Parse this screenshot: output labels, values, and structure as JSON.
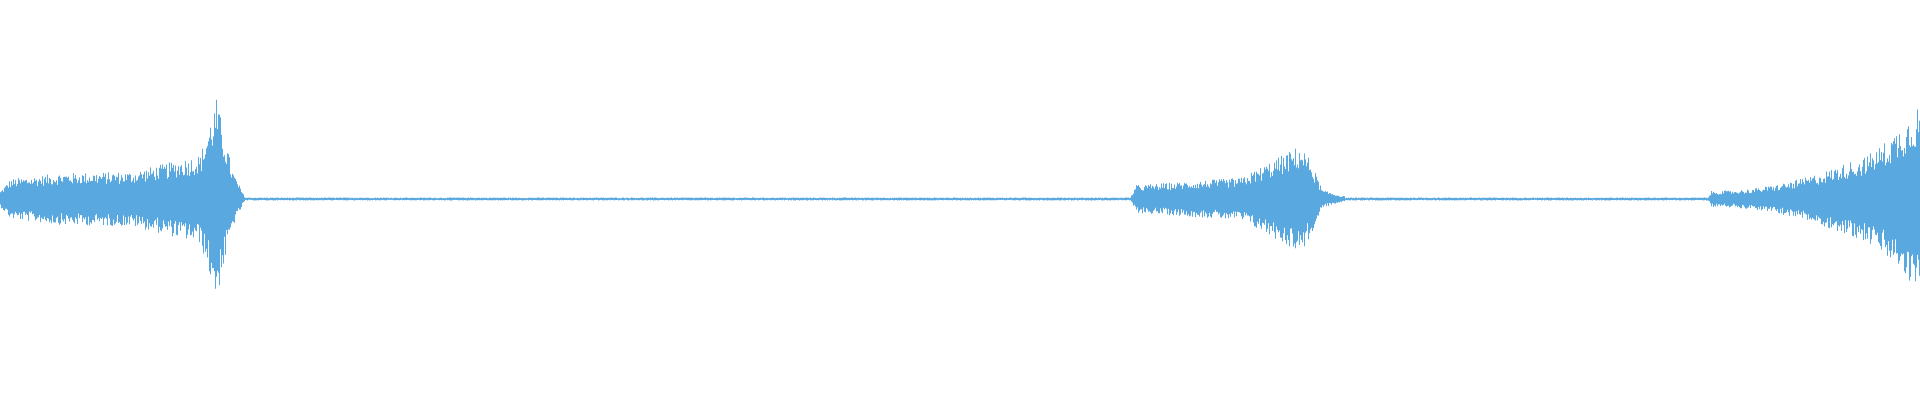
{
  "waveform": {
    "color": "#5aa8e0",
    "background": "#ffffff",
    "segments": [
      {
        "label": "burst-1",
        "start": 0.0,
        "end": 0.128
      },
      {
        "label": "silence-1",
        "start": 0.128,
        "end": 0.588
      },
      {
        "label": "burst-2",
        "start": 0.588,
        "end": 0.7
      },
      {
        "label": "silence-2",
        "start": 0.7,
        "end": 0.89
      },
      {
        "label": "burst-3",
        "start": 0.89,
        "end": 1.0
      }
    ]
  }
}
